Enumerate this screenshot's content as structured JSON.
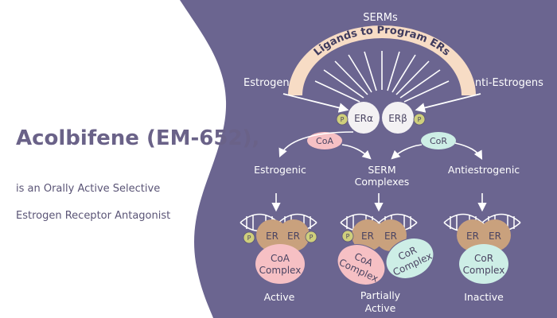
{
  "title_main": "Acolbifene (EM-652),",
  "subtitle_line1": "is an Orally Active Selective",
  "subtitle_line2": "Estrogen Receptor Antagonist",
  "arc_label": "Ligands to Program ERs",
  "serms_label": "SERMs",
  "estrogens_label": "Estrogens",
  "anti_estrogens_label": "Anti-Estrogens",
  "receptors": {
    "alpha": "ERα",
    "beta": "ERβ",
    "phospho": "P"
  },
  "coactivator": "CoA",
  "corepressor": "CoR",
  "pathways": {
    "estrogenic": "Estrogenic",
    "serm_line1": "SERM",
    "serm_line2": "Complexes",
    "antiestrogenic": "Antiestrogenic"
  },
  "complexes": {
    "er": "ER",
    "coa_line1": "CoA",
    "cor_line1": "CoR",
    "complex_word": "Complex"
  },
  "outcomes": {
    "active": "Active",
    "partial_line1": "Partially",
    "partial_line2": "Active",
    "inactive": "Inactive"
  },
  "colors": {
    "panel": "#6b6590",
    "arc": "#f7dcc5",
    "er": "#c9a17d",
    "er_receptor": "#f3f1f3",
    "coa": "#f6c0c4",
    "cor": "#cdeee6",
    "phospho": "#cfcf7c",
    "title": "#6a6288"
  }
}
